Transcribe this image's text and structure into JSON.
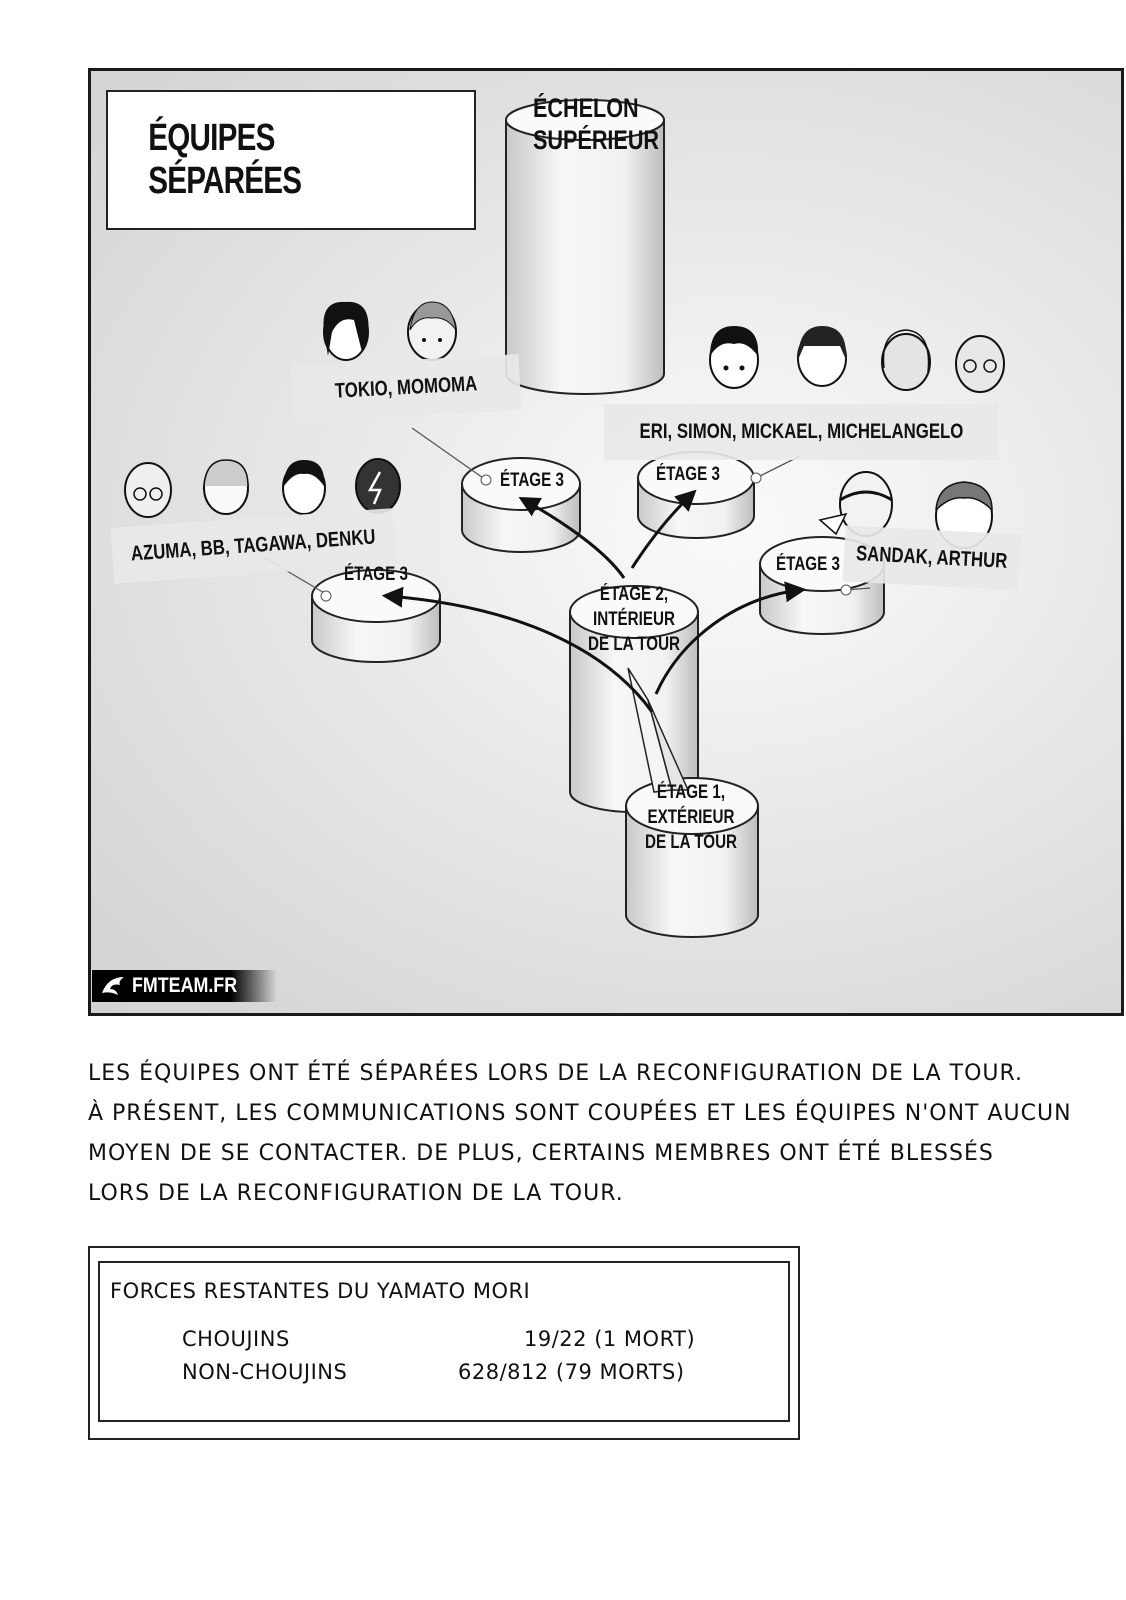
{
  "title": "ÉQUIPES SÉPARÉES",
  "tower": {
    "top_label_lines": [
      "ÉCHELON",
      "SUPÉRIEUR"
    ],
    "floor1_lines": [
      "ÉTAGE 1,",
      "EXTÉRIEUR",
      "DE LA TOUR"
    ],
    "floor2_lines": [
      "ÉTAGE 2,",
      "INTÉRIEUR",
      "DE LA TOUR"
    ],
    "floor3_label": "ÉTAGE 3"
  },
  "teams": [
    {
      "names": "TOKIO, MOMOMA",
      "members": [
        "Tokio",
        "Momoma"
      ]
    },
    {
      "names": "ERI, SIMON, MICKAEL, MICHELANGELO",
      "members": [
        "Eri",
        "Simon",
        "Mickael",
        "Michelangelo"
      ]
    },
    {
      "names": "AZUMA, BB, TAGAWA, DENKU",
      "members": [
        "Azuma",
        "BB",
        "Tagawa",
        "Denku"
      ]
    },
    {
      "names": "SANDAK, ARTHUR",
      "members": [
        "Sandak",
        "Arthur"
      ]
    }
  ],
  "watermark": "FMTEAM.FR",
  "narration": [
    "LES ÉQUIPES ONT ÉTÉ SÉPARÉES LORS DE LA RECONFIGURATION DE LA TOUR.",
    "À PRÉSENT, LES COMMUNICATIONS SONT COUPÉES ET LES ÉQUIPES N'ONT AUCUN",
    "MOYEN DE SE CONTACTER. DE PLUS, CERTAINS MEMBRES ONT ÉTÉ BLESSÉS",
    "LORS DE LA RECONFIGURATION DE LA TOUR."
  ],
  "forces": {
    "title": "FORCES RESTANTES DU YAMATO MORI",
    "rows": [
      {
        "label": "CHOUJINS",
        "value": "19/22 (1 MORT)"
      },
      {
        "label": "NON-CHOUJINS",
        "value": "628/812 (79 MORTS)"
      }
    ]
  },
  "icons": [
    "face-icon",
    "dragon-logo-icon",
    "arrow-icon"
  ]
}
